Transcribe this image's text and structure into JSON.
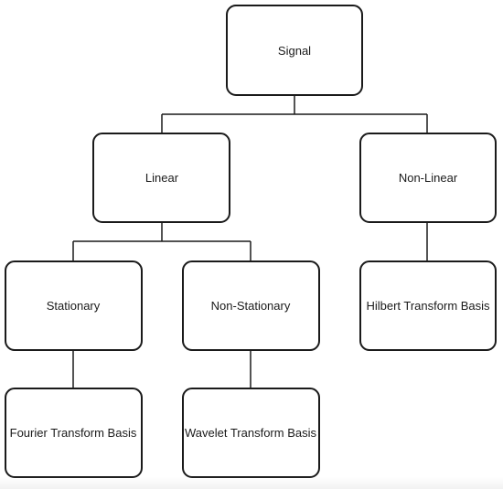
{
  "diagram": {
    "nodes": {
      "signal": "Signal",
      "linear": "Linear",
      "non_linear": "Non-Linear",
      "stationary": "Stationary",
      "non_stationary": "Non-Stationary",
      "hilbert": "Hilbert Transform Basis",
      "fourier": "Fourier Transform Basis",
      "wavelet": "Wavelet Transform Basis"
    },
    "colors": {
      "stroke": "#1a1a1a",
      "fill": "#ffffff"
    }
  }
}
